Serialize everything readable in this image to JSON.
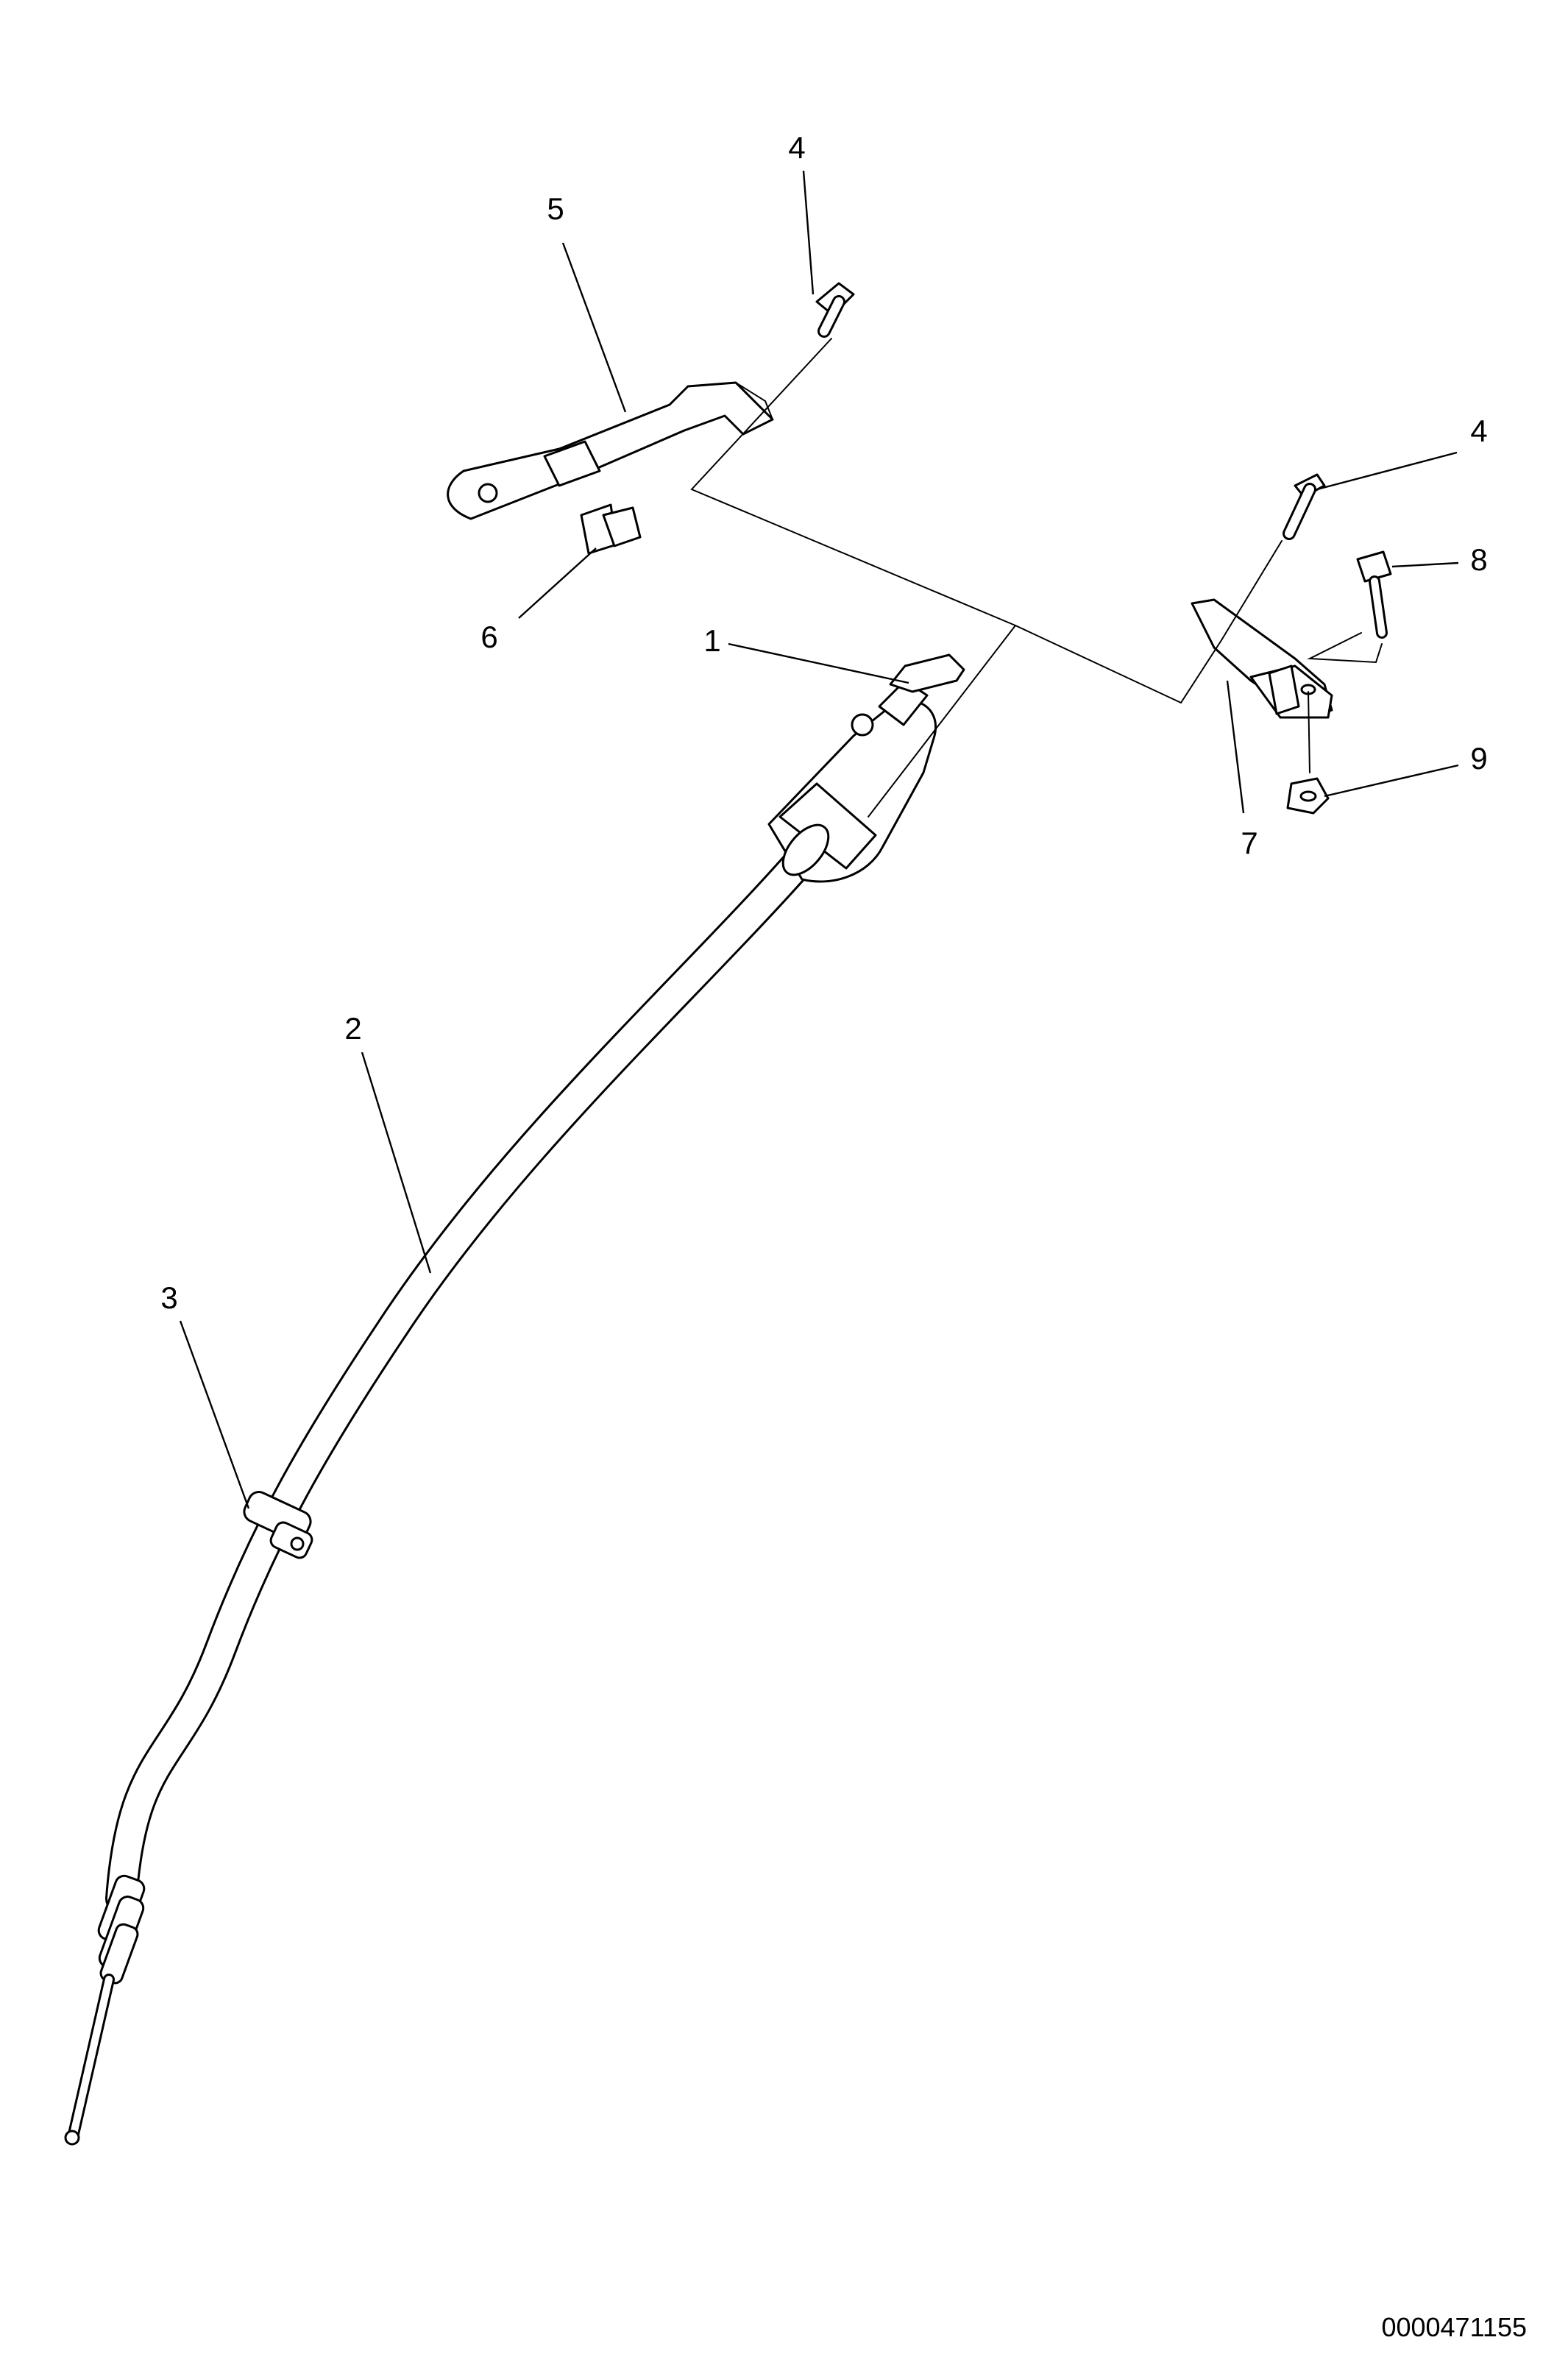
{
  "callouts": {
    "c1": "1",
    "c2": "2",
    "c3": "3",
    "c4a": "4",
    "c4b": "4",
    "c5": "5",
    "c6": "6",
    "c7": "7",
    "c8": "8",
    "c9": "9"
  },
  "drawing_id": "0000471155"
}
